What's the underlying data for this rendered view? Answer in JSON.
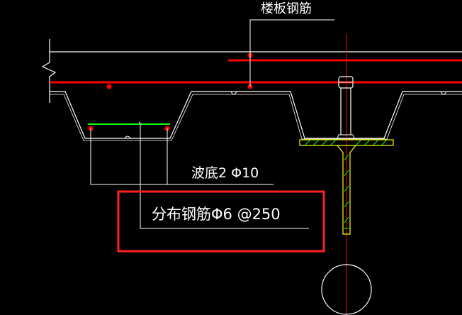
{
  "labels": {
    "slab_rebar": "楼板钢筋",
    "rib_bottom": "波底2 Φ10",
    "distribution_rebar": "分布钢筋Φ6 @250"
  },
  "colors": {
    "background": "#000000",
    "line": "#ffffff",
    "rebar": "#ff0000",
    "distribution_bar": "#00ff00",
    "beam_flange": "#ffff00",
    "beam_hatch": "#00ff00",
    "highlight_box": "#ff2020"
  }
}
